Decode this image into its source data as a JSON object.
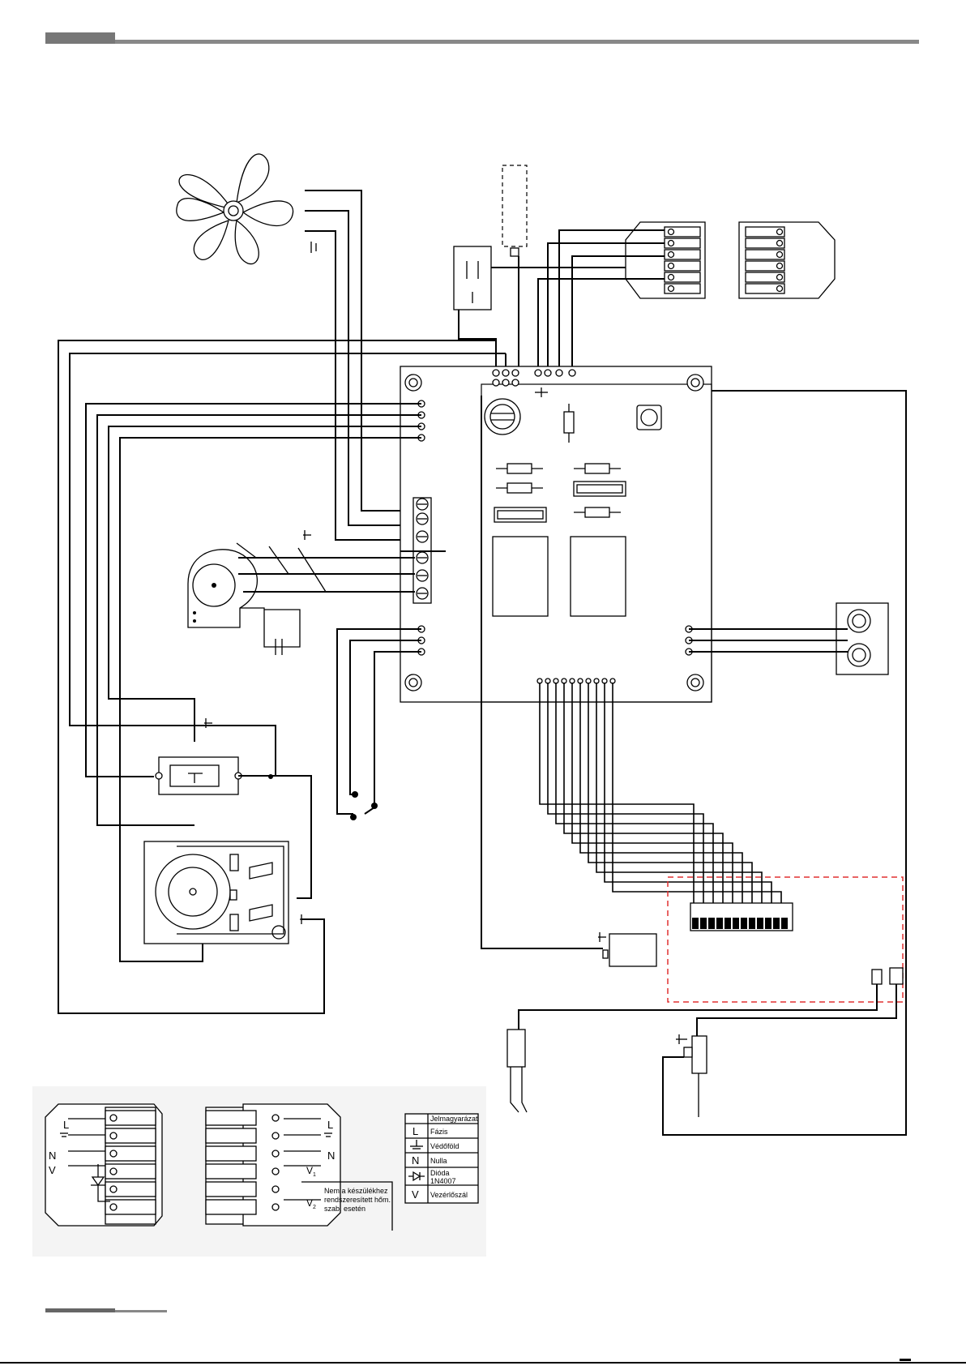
{
  "diagram": {
    "inset_left": {
      "labels": [
        "L",
        "N",
        "V"
      ]
    },
    "inset_right": {
      "labels": [
        "L",
        "N"
      ],
      "v1": "V",
      "v1_sub": "1",
      "v2": "V",
      "v2_sub": "2"
    },
    "inset_note": [
      "Nem a készülékhez",
      "rendszeresített hőm.",
      "szab. esetén"
    ],
    "legend": {
      "title": "Jelmagyarázat",
      "rows": [
        {
          "symbol": "L",
          "label": "Fázis"
        },
        {
          "symbol": "ground",
          "label": "Védőföld"
        },
        {
          "symbol": "N",
          "label": "Nulla"
        },
        {
          "symbol": "diode",
          "label": "Dióda",
          "label2": "1N4007"
        },
        {
          "symbol": "V",
          "label": "Vezérlőszál"
        }
      ]
    }
  }
}
